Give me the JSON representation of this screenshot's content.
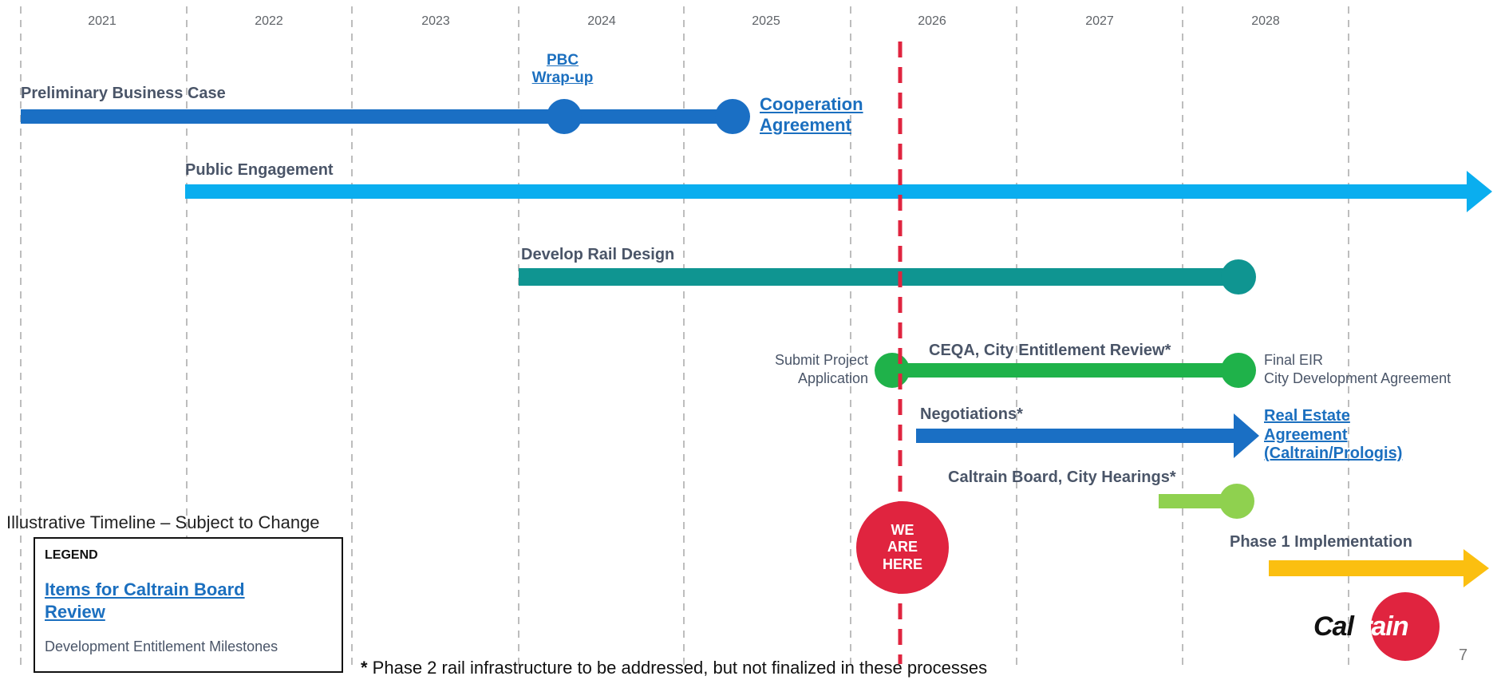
{
  "years": [
    "2021",
    "2022",
    "2023",
    "2024",
    "2025",
    "2026",
    "2027",
    "2028"
  ],
  "colors": {
    "preliminary": "#1a6fc4",
    "public_engagement": "#0aaeef",
    "rail_design": "#0f9591",
    "ceqa": "#1fb24a",
    "negotiations": "#1a6fc4",
    "hearings": "#8fd14f",
    "phase1": "#fbbf10",
    "we_are_here": "#e0243f",
    "gridline": "#bdbdbd",
    "text_gray": "#4a5568",
    "link_blue": "#1b6fbf"
  },
  "labels": {
    "preliminary": "Preliminary Business Case",
    "pbc_line1": "PBC",
    "pbc_line2": "Wrap-up",
    "coop_line1": "Cooperation",
    "coop_line2": "Agreement",
    "public_engagement": "Public Engagement",
    "rail_design": "Develop Rail Design",
    "submit_line1": "Submit Project",
    "submit_line2": "Application",
    "ceqa": "CEQA, City Entitlement Review*",
    "final_line1": "Final EIR",
    "final_line2": "City Development Agreement",
    "negotiations": "Negotiations*",
    "real_line1": "Real Estate",
    "real_line2": "Agreement",
    "real_line3": "(Caltrain/Prologis)",
    "hearings": "Caltrain Board, City Hearings*",
    "phase1": "Phase 1 Implementation",
    "we_line1": "WE",
    "we_line2": "ARE",
    "we_line3": "HERE"
  },
  "legend": {
    "caption": "Illustrative Timeline – Subject to Change",
    "title": "LEGEND",
    "items_board": "Items for Caltrain Board Review",
    "items_milestones": "Development Entitlement Milestones"
  },
  "footnote": {
    "star": "*",
    "text": " Phase 2 rail infrastructure to be addressed, but not finalized in these processes"
  },
  "logo": {
    "part1": "Cal",
    "part2": "train"
  },
  "page_number": "7"
}
